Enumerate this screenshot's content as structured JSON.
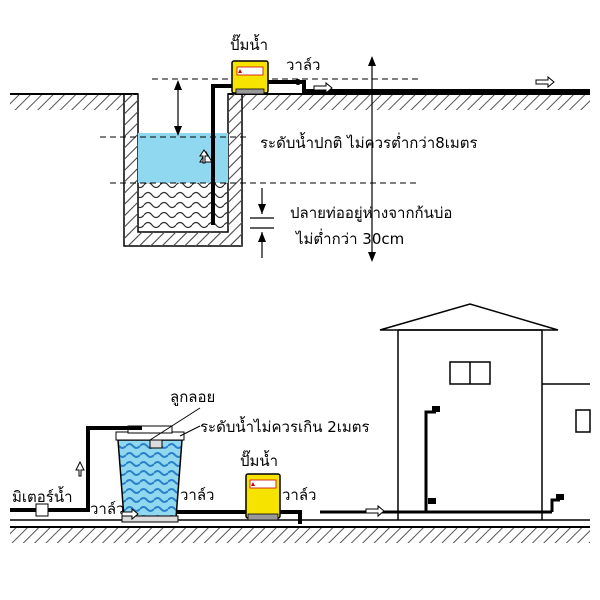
{
  "top": {
    "pump_label": "ปั๊มน้ำ",
    "valve_label": "วาล์ว",
    "water_level_label": "ระดับน้ำปกติ ไม่ควรต่ำกว่า8เมตร",
    "pipe_end_label": "ปลายท่ออยู่ห่างจากก้นบ่อ",
    "min_distance_label": "ไม่ต่ำกว่า 30cm"
  },
  "bottom": {
    "float_label": "ลูกลอย",
    "tank_level_label": "ระดับน้ำไม่ควรเกิน 2เมตร",
    "pump_label": "ปั๊มน้ำ",
    "meter_label": "มิเตอร์น้ำ",
    "valve_left_label": "วาล์ว",
    "valve_middle_label": "วาล์ว",
    "valve_right_label": "วาล์ว"
  },
  "colors": {
    "water": "#8fd8ef",
    "water_wave": "#2a7fc9",
    "pump": "#f6e400",
    "ground": "#555555"
  }
}
